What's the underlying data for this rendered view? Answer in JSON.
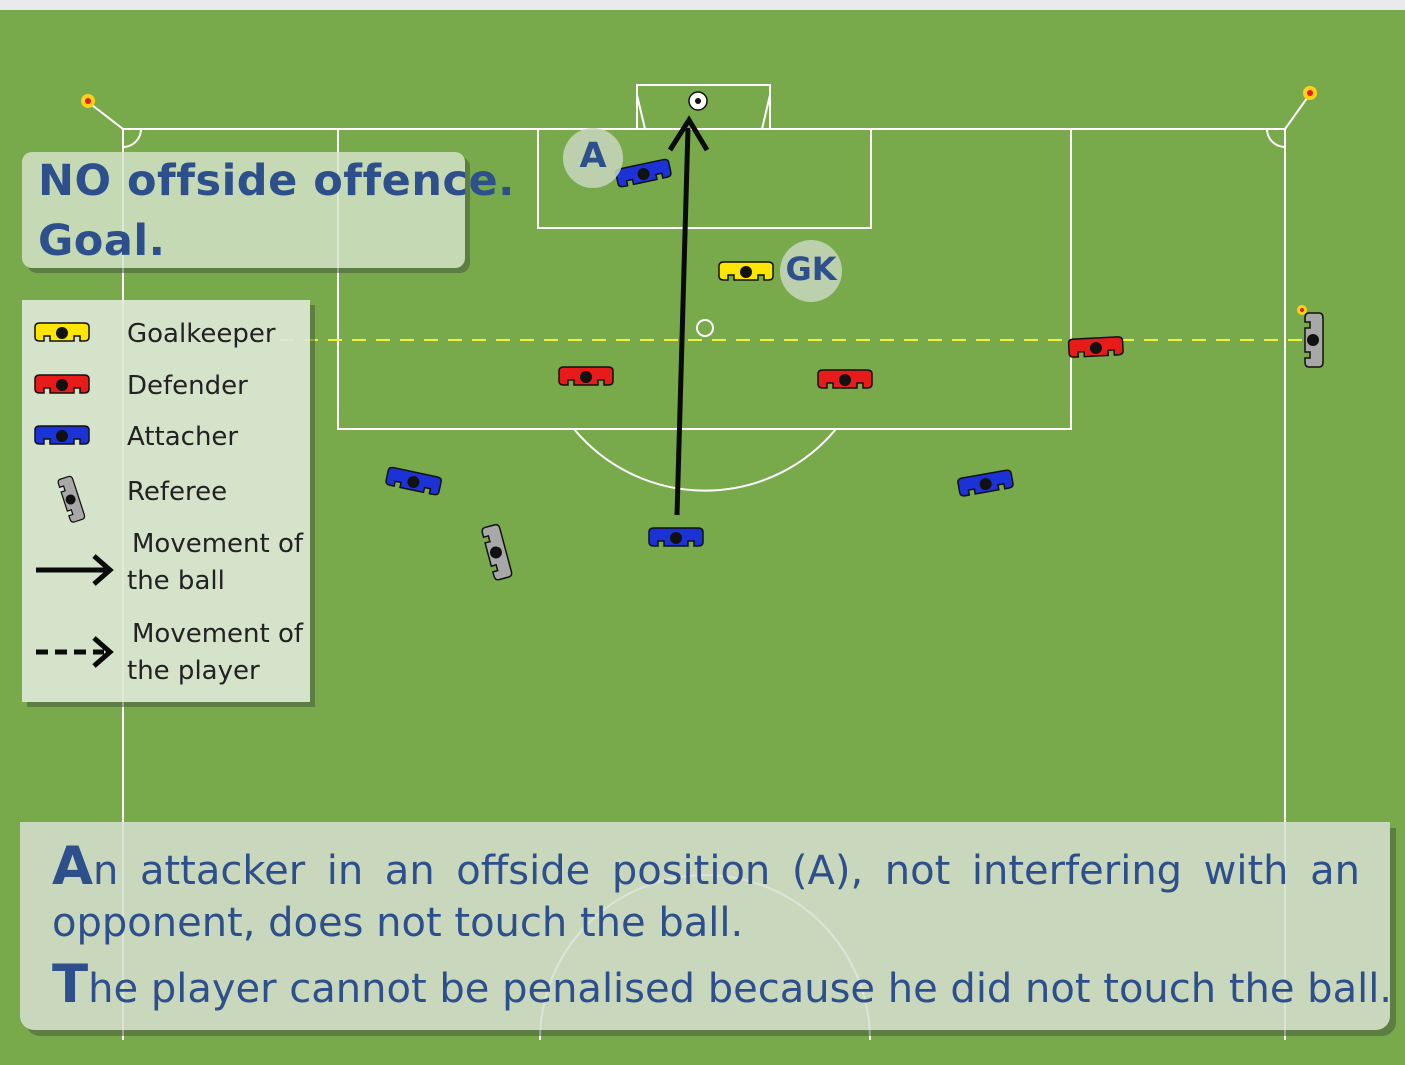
{
  "title": {
    "line1": "NO offside offence.",
    "line2": "Goal."
  },
  "legend": {
    "items": [
      {
        "label": "Goalkeeper",
        "icon": "goalkeeper-icon",
        "color": "#ffe600"
      },
      {
        "label": "Defender",
        "icon": "defender-icon",
        "color": "#e81b1b"
      },
      {
        "label": "Attacher",
        "icon": "attacker-icon",
        "color": "#1b33d6"
      },
      {
        "label": "Referee",
        "icon": "referee-icon",
        "color": "#a8a8a8"
      },
      {
        "label_line1": "Movement of",
        "label_line2": "the ball",
        "icon": "solid-arrow-icon"
      },
      {
        "label_line1": "Movement of",
        "label_line2": "the player",
        "icon": "dashed-arrow-icon"
      }
    ]
  },
  "markers": {
    "attacker_label": "A",
    "goalkeeper_label": "GK"
  },
  "caption": {
    "line1_initial": "A",
    "line1_rest": "n attacker in an offside position (A), not interfering with an",
    "line2": "opponent, does not touch the ball.",
    "line3_initial": "T",
    "line3_rest": "he player cannot be penalised because he did not touch the ball."
  },
  "colors": {
    "pitch": "#78aa4b",
    "lines": "#ffffff",
    "offside_line": "#f2f03a",
    "text_blue": "#2d4f8c"
  }
}
